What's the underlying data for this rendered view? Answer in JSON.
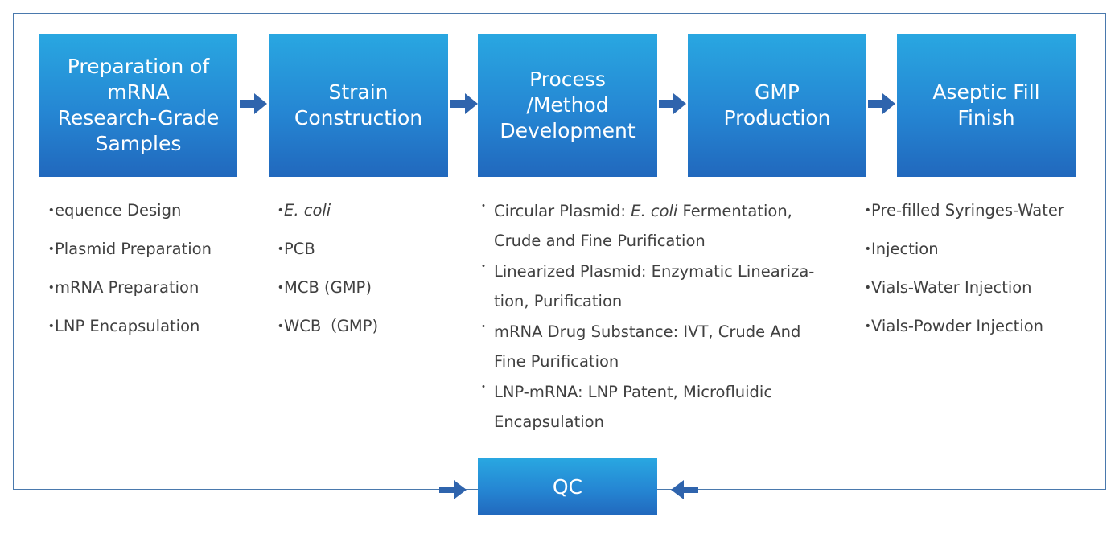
{
  "colors": {
    "box_top": "#29a7e1",
    "box_bottom": "#2168bd",
    "arrow": "#2f64ad",
    "frame": "#4a79ad",
    "text": "#404040"
  },
  "stages": [
    {
      "label": "Preparation of\nmRNA\nResearch-Grade\nSamples"
    },
    {
      "label": "Strain\nConstruction"
    },
    {
      "label": "Process\n/Method\nDevelopment"
    },
    {
      "label": "GMP\nProduction"
    },
    {
      "label": "Aseptic Fill\nFinish"
    }
  ],
  "lists": {
    "samples": [
      "equence Design",
      "Plasmid Preparation",
      "mRNA Preparation",
      "LNP Encapsulation"
    ],
    "strain": [
      "E. coli",
      "PCB",
      "MCB (GMP)",
      "WCB（GMP)"
    ],
    "process": [
      {
        "prefix": "Circular Plasmid: ",
        "italic": "E. coli",
        "suffix": " Fermentation,\nCrude  and Fine Purification"
      },
      {
        "prefix": "Linearized Plasmid: Enzymatic Lineariza-\ntion, Purification",
        "italic": "",
        "suffix": ""
      },
      {
        "prefix": "mRNA Drug Substance: IVT, Crude And\nFine Purification",
        "italic": "",
        "suffix": ""
      },
      {
        "prefix": "LNP-mRNA: LNP Patent, Microfluidic\nEncapsulation",
        "italic": "",
        "suffix": ""
      }
    ],
    "fill": [
      "Pre-filled Syringes-Water",
      "Injection",
      "Vials-Water Injection",
      "Vials-Powder Injection"
    ]
  },
  "bullet": "・",
  "qc": {
    "label": "QC"
  }
}
